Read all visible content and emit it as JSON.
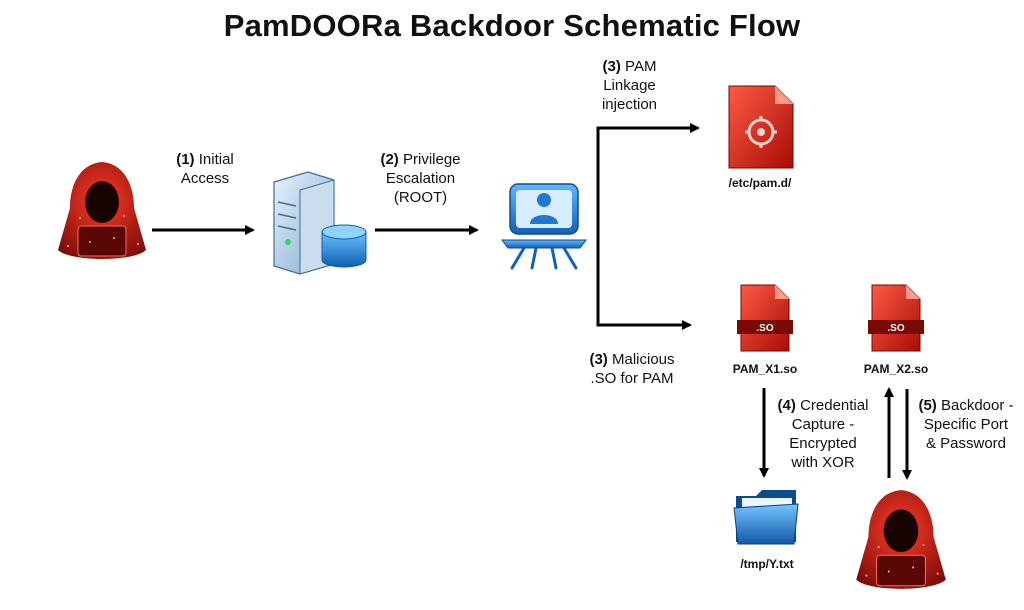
{
  "title": "PamDOORa Backdoor Schematic Flow",
  "steps": {
    "initial_access": {
      "num": "(1)",
      "text1": "Initial",
      "text2": "Access"
    },
    "privilege": {
      "num": "(2)",
      "text1": "Privilege",
      "text2": "Escalation",
      "text3": "(ROOT)"
    },
    "pam_linkage": {
      "num": "(3)",
      "text1": "PAM",
      "text2": "Linkage",
      "text3": "injection"
    },
    "malicious_so": {
      "num": "(3)",
      "text1": "Malicious",
      "text2": ".SO for PAM"
    },
    "credential": {
      "num": "(4)",
      "text1": "Credential",
      "text2": "Capture -",
      "text3": "Encrypted",
      "text4": "with XOR"
    },
    "backdoor": {
      "num": "(5)",
      "text1": "Backdoor -",
      "text2": "Specific Port",
      "text3": "& Password"
    }
  },
  "files": {
    "pam_d": "/etc/pam.d/",
    "x1": "PAM_X1.so",
    "x2": "PAM_X2.so",
    "tmp": "/tmp/Y.txt",
    "so_badge": ".SO"
  },
  "colors": {
    "threat": "#e0231f",
    "server": "#2a7fd4",
    "arrow": "#000000"
  }
}
